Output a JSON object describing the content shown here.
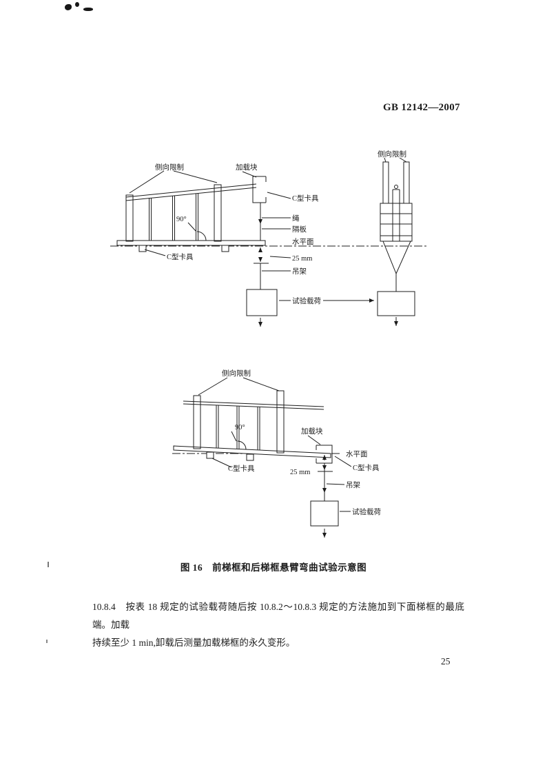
{
  "colors": {
    "ink": "#1c1c1c",
    "paper": "#ffffff"
  },
  "header": {
    "standard_code": "GB 12142—2007"
  },
  "diagram_top": {
    "labels": {
      "lateral_restraint": "侧向限制",
      "loading_block": "加载块",
      "c_clamp_upper": "C型卡具",
      "rope": "绳",
      "partition": "隔板",
      "horizontal_plane": "水平面",
      "c_clamp_lower": "C型卡具",
      "angle_90": "90°",
      "dim_25mm": "25 mm",
      "hanger": "吊架",
      "test_load": "试验载荷",
      "lateral_restraint_end_view": "侧向限制"
    }
  },
  "diagram_bottom": {
    "labels": {
      "lateral_restraint": "侧向限制",
      "angle_90": "90°",
      "loading_block": "加载块",
      "horizontal_plane": "水平面",
      "c_clamp_left": "C型卡具",
      "dim_25mm": "25 mm",
      "c_clamp_right": "C型卡具",
      "hanger": "吊架",
      "test_load": "试验载荷"
    }
  },
  "figure": {
    "caption": "图 16　前梯框和后梯框悬臂弯曲试验示意图"
  },
  "clause": {
    "lines": [
      "10.8.4　按表 18 规定的试验载荷随后按 10.8.2～10.8.3 规定的方法施加到下面梯框的最底端。加载",
      "持续至少 1 min,卸载后测量加载梯框的永久变形。"
    ]
  },
  "footer": {
    "page_number": "25"
  }
}
